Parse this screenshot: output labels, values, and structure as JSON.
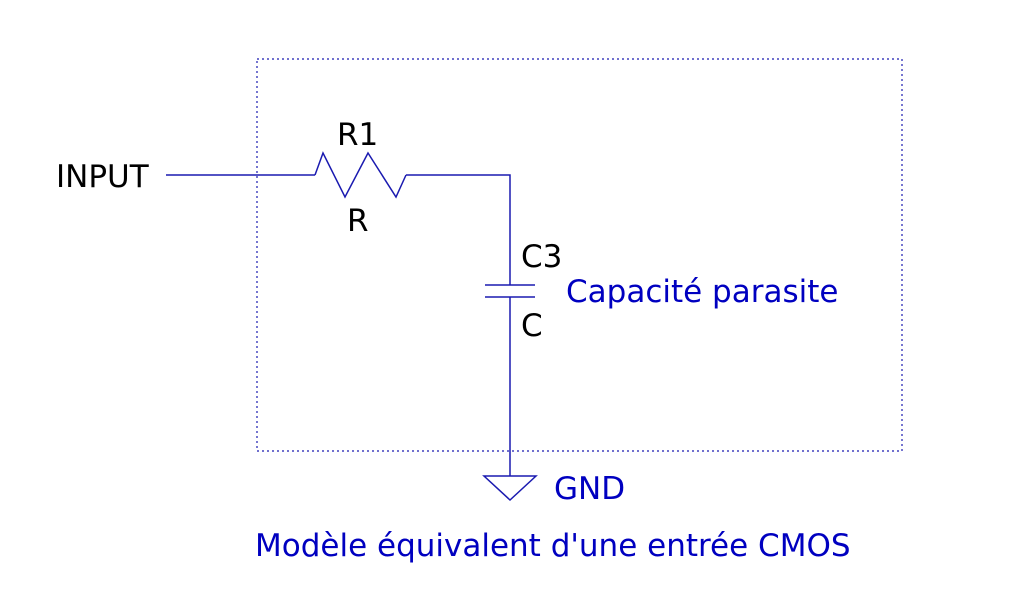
{
  "diagram": {
    "input_label": "INPUT",
    "resistor": {
      "ref": "R1",
      "value": "R"
    },
    "capacitor": {
      "ref": "C3",
      "value": "C",
      "annotation": "Capacité parasite"
    },
    "ground_label": "GND",
    "caption": "Modèle équivalent d'une entrée CMOS"
  },
  "colors": {
    "wire": "#1a1ab0",
    "annotation_text": "#0000c0",
    "label_text": "#000000",
    "background": "#ffffff"
  },
  "icons": [
    "resistor-symbol",
    "capacitor-symbol",
    "ground-symbol"
  ]
}
